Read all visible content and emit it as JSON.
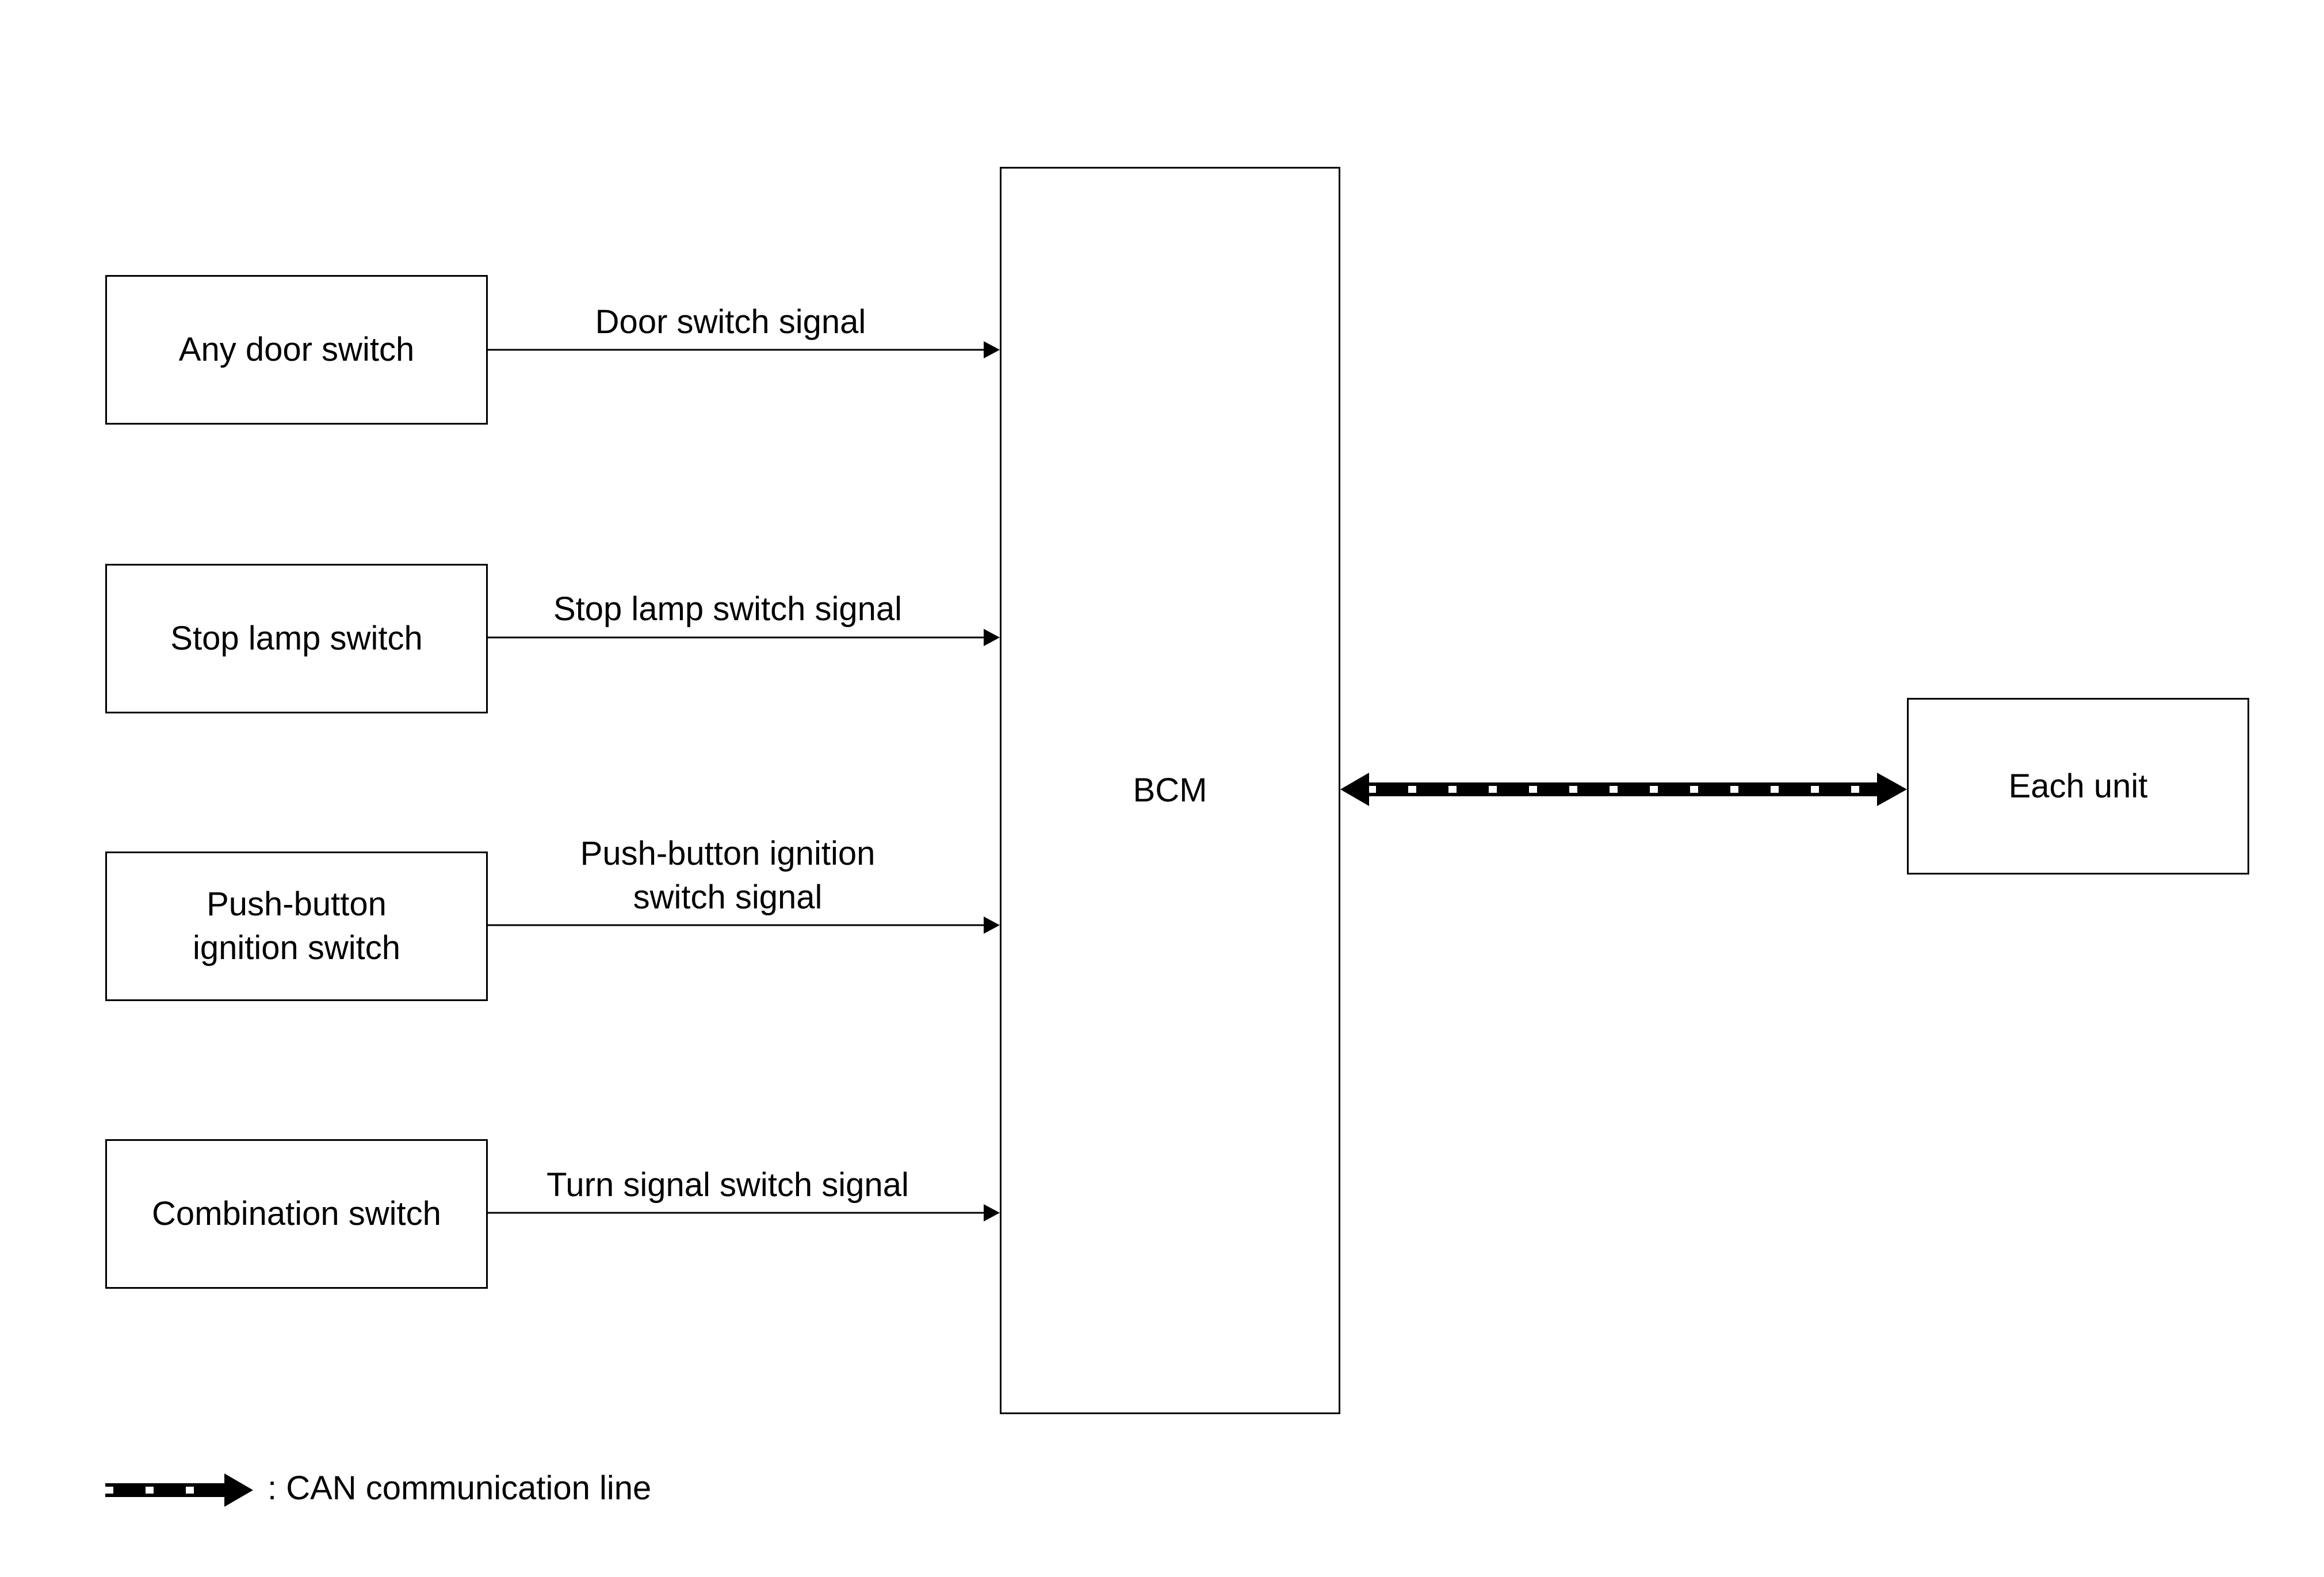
{
  "inputs": [
    {
      "label": "Any door switch",
      "signal": "Door switch signal"
    },
    {
      "label": "Stop lamp switch",
      "signal": "Stop lamp switch signal"
    },
    {
      "label": "Push-button\nignition switch",
      "signal": "Push-button ignition\nswitch signal"
    },
    {
      "label": "Combination switch",
      "signal": "Turn signal switch signal"
    }
  ],
  "bcm": {
    "label": "BCM"
  },
  "each_unit": {
    "label": "Each unit"
  },
  "legend": {
    "label": ": CAN communication line"
  },
  "colors": {
    "line": "#000000",
    "background": "#ffffff"
  }
}
